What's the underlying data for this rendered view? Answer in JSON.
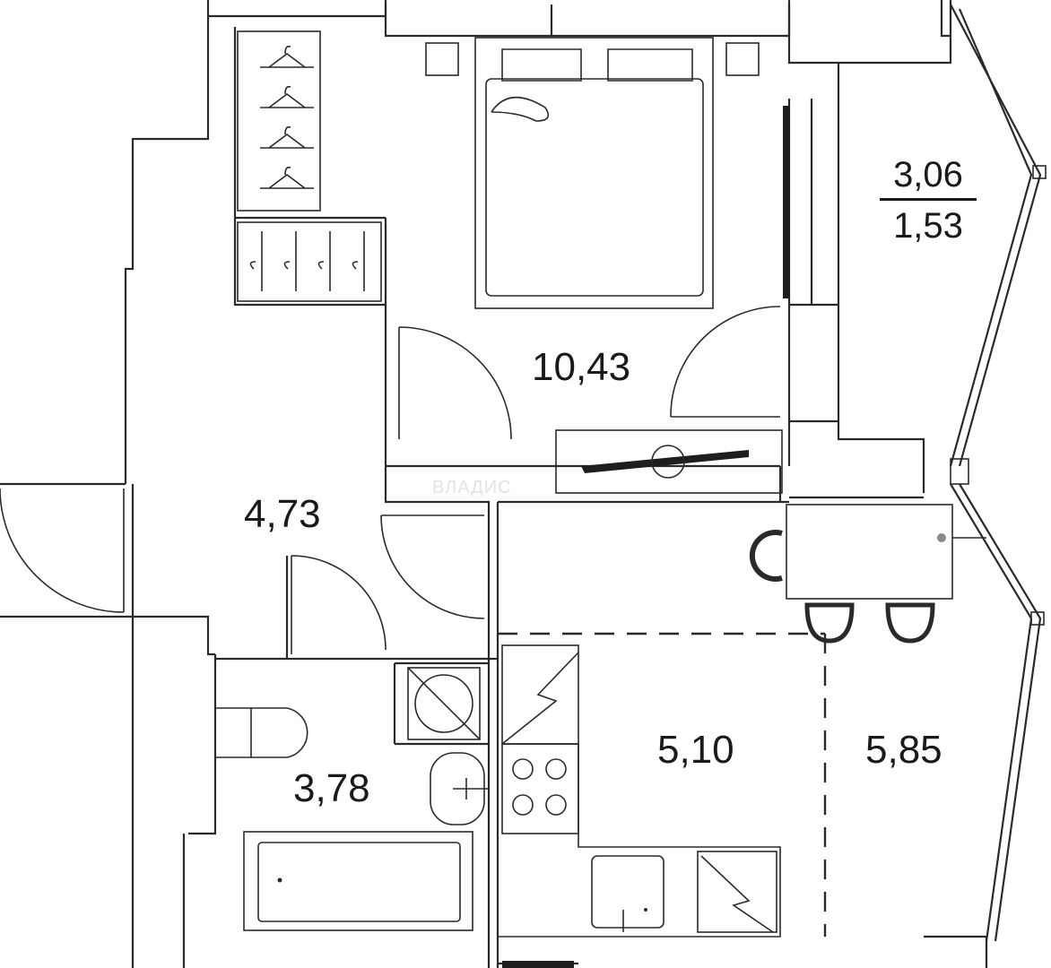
{
  "rooms": {
    "bedroom": {
      "area": "10,43"
    },
    "hallway": {
      "area": "4,73"
    },
    "bathroom": {
      "area": "3,78"
    },
    "kitchen": {
      "area": "5,10"
    },
    "living": {
      "area": "5,85"
    },
    "balcony": {
      "area_total": "3,06",
      "area_reduced": "1,53"
    }
  },
  "watermark": {
    "text": "ВЛАДИС"
  },
  "icons": [
    "hanger-icon",
    "bed-icon",
    "door-swing-icon",
    "toilet-icon",
    "sink-icon",
    "bathtub-icon",
    "stove-icon",
    "table-icon",
    "chair-icon"
  ],
  "colors": {
    "line": "#2a2a2a",
    "background": "#ffffff"
  }
}
